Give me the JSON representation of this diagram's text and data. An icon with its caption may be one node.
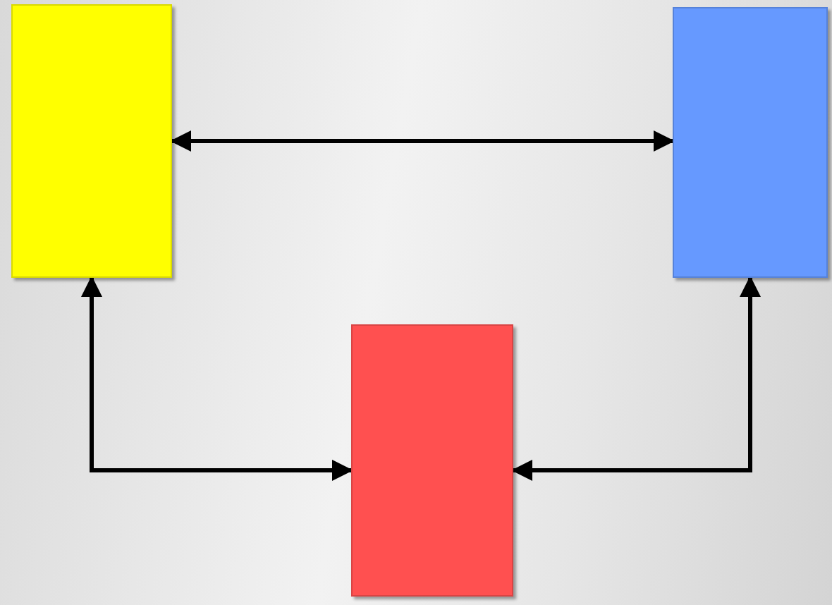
{
  "diagram": {
    "nodes": [
      {
        "text": [],
        "shape": "box"
      },
      {
        "text": [],
        "shape": "box"
      },
      {
        "text": [],
        "shape": "box"
      }
    ],
    "edges": [
      {
        "from": 0,
        "to": 1,
        "arrow": "both"
      },
      {
        "from": 0,
        "to": 2,
        "arrow": "both"
      },
      {
        "from": 1,
        "to": 2,
        "arrow": "both"
      }
    ]
  }
}
